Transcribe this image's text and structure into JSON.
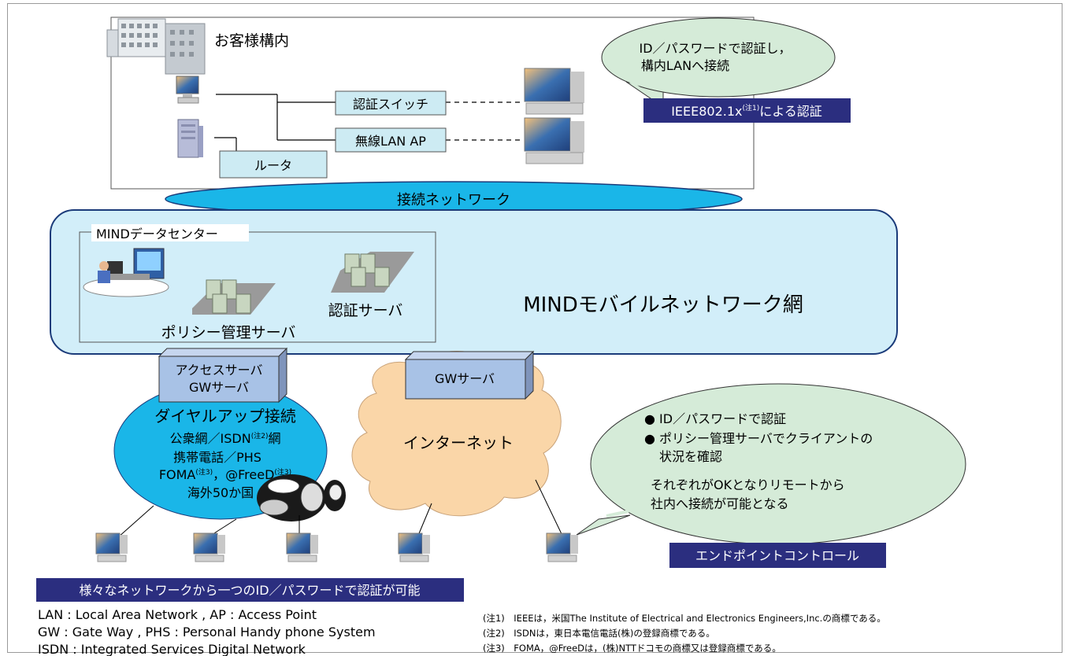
{
  "customer_site": {
    "label": "お客様構内",
    "auth_switch": "認証スイッチ",
    "wireless_ap": "無線LAN AP",
    "router": "ルータ"
  },
  "callout_top": {
    "line1": "ID／パスワードで認証し，",
    "line2": "構内LANへ接続"
  },
  "ieee_badge": {
    "text1": "IEEE802.1x",
    "sup": "(注1)",
    "text2": "による認証"
  },
  "connection_network": "接続ネットワーク",
  "mind_network": {
    "title": "MINDモバイルネットワーク網",
    "datacenter": "MINDデータセンター",
    "auth_server": "認証サーバ",
    "policy_server": "ポリシー管理サーバ"
  },
  "access_server": {
    "line1": "アクセスサーバ",
    "line2": "GWサーバ"
  },
  "gw_server": "GWサーバ",
  "dialup": {
    "title": "ダイヤルアップ接続",
    "line1a": "公衆網／ISDN",
    "line1sup": "(注2)",
    "line1b": "網",
    "line2": "携帯電話／PHS",
    "line3a": "FOMA",
    "line3sup1": "(注3)",
    "line3b": "，@FreeD",
    "line3sup2": "(注3)",
    "line4": "海外50か国"
  },
  "internet": "インターネット",
  "callout_right": {
    "bullet1": "ID／パスワードで認証",
    "bullet2": "ポリシー管理サーバでクライアントの",
    "bullet2b": "状況を確認",
    "line3": "それぞれがOKとなりリモートから",
    "line4": "社内へ接続が可能となる"
  },
  "endpoint_badge": "エンドポイントコントロール",
  "bottom_badge": "様々なネットワークから一つのID／パスワードで認証が可能",
  "glossary": [
    "LAN : Local Area Network , AP : Access Point",
    "GW : Gate Way , PHS : Personal Handy phone System",
    "ISDN : Integrated Services Digital Network"
  ],
  "notes": [
    "(注1)　IEEEは，米国The Institute of Electrical and Electronics Engineers,Inc.の商標である。",
    "(注2)　ISDNは，東日本電信電話(株)の登録商標である。",
    "(注3)　FOMA，@FreeDは，(株)NTTドコモの商標又は登録商標である。"
  ],
  "colors": {
    "box_fill": "#cdebf3",
    "mind_fill": "#d2eef9",
    "ellipse_fill": "#1ab6e8",
    "badge_fill": "#2b2e7f",
    "callout_fill": "#d5ebd8",
    "cloud_fill": "#fad6a8",
    "server_box": "#a8c2e6"
  }
}
